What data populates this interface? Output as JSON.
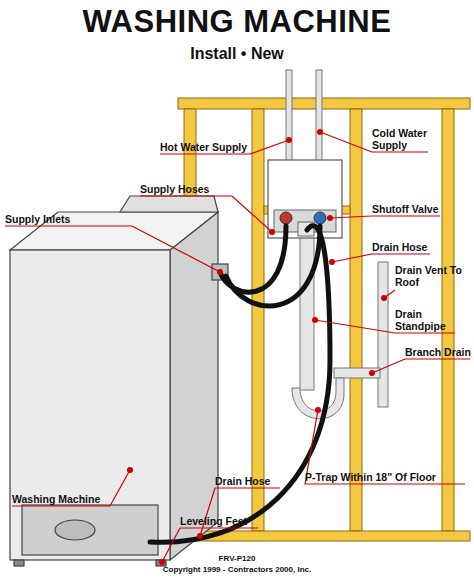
{
  "diagram": {
    "title": "WASHING MACHINE",
    "labels": [
      "Install • New",
      "Hot Water Supply",
      "Cold Water Supply",
      "Supply Hoses",
      "Shutoff Valve",
      "Supply Inlets",
      "Drain Hose",
      "Drain Vent To Roof",
      "Drain Standpipe",
      "Branch Drain",
      "Washing Machine",
      "Drain Hose",
      "P-Trap Within 18\" Of Floor",
      "Leveling Feet",
      "FRV-P120",
      "Copyright 1999 - Contractors 2000, Inc."
    ]
  }
}
